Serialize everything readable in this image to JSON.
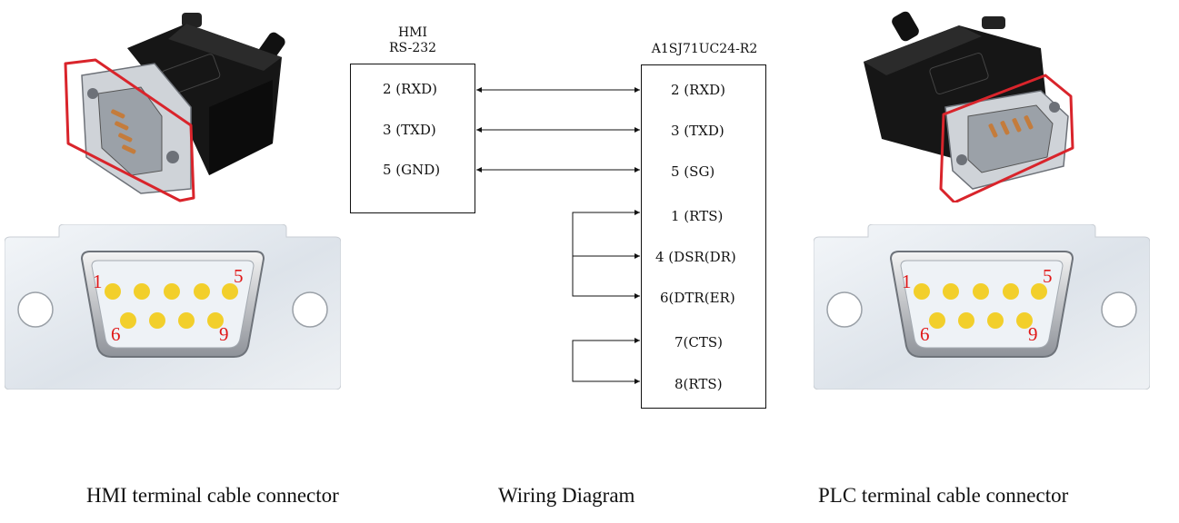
{
  "hmi_box": {
    "title": "HMI",
    "subtitle": "RS-232",
    "pins": [
      "2 (RXD)",
      "3 (TXD)",
      "5 (GND)"
    ]
  },
  "plc_box": {
    "title": "A1SJ71UC24-R2",
    "pins": [
      "2 (RXD)",
      "3 (TXD)",
      "5 (SG)",
      "1 (RTS)",
      "4 (DSR(DR)",
      "6(DTR(ER)",
      "7(CTS)",
      "8(RTS)"
    ]
  },
  "connector_pins": {
    "top_left": "1",
    "top_right": "5",
    "bottom_left": "6",
    "bottom_right": "9"
  },
  "captions": {
    "left": "HMI terminal cable connector",
    "center": "Wiring Diagram",
    "right": "PLC terminal cable connector"
  },
  "colors": {
    "highlight": "#d9242b",
    "pin": "#f2cf2b",
    "pin_number": "#e01818"
  }
}
